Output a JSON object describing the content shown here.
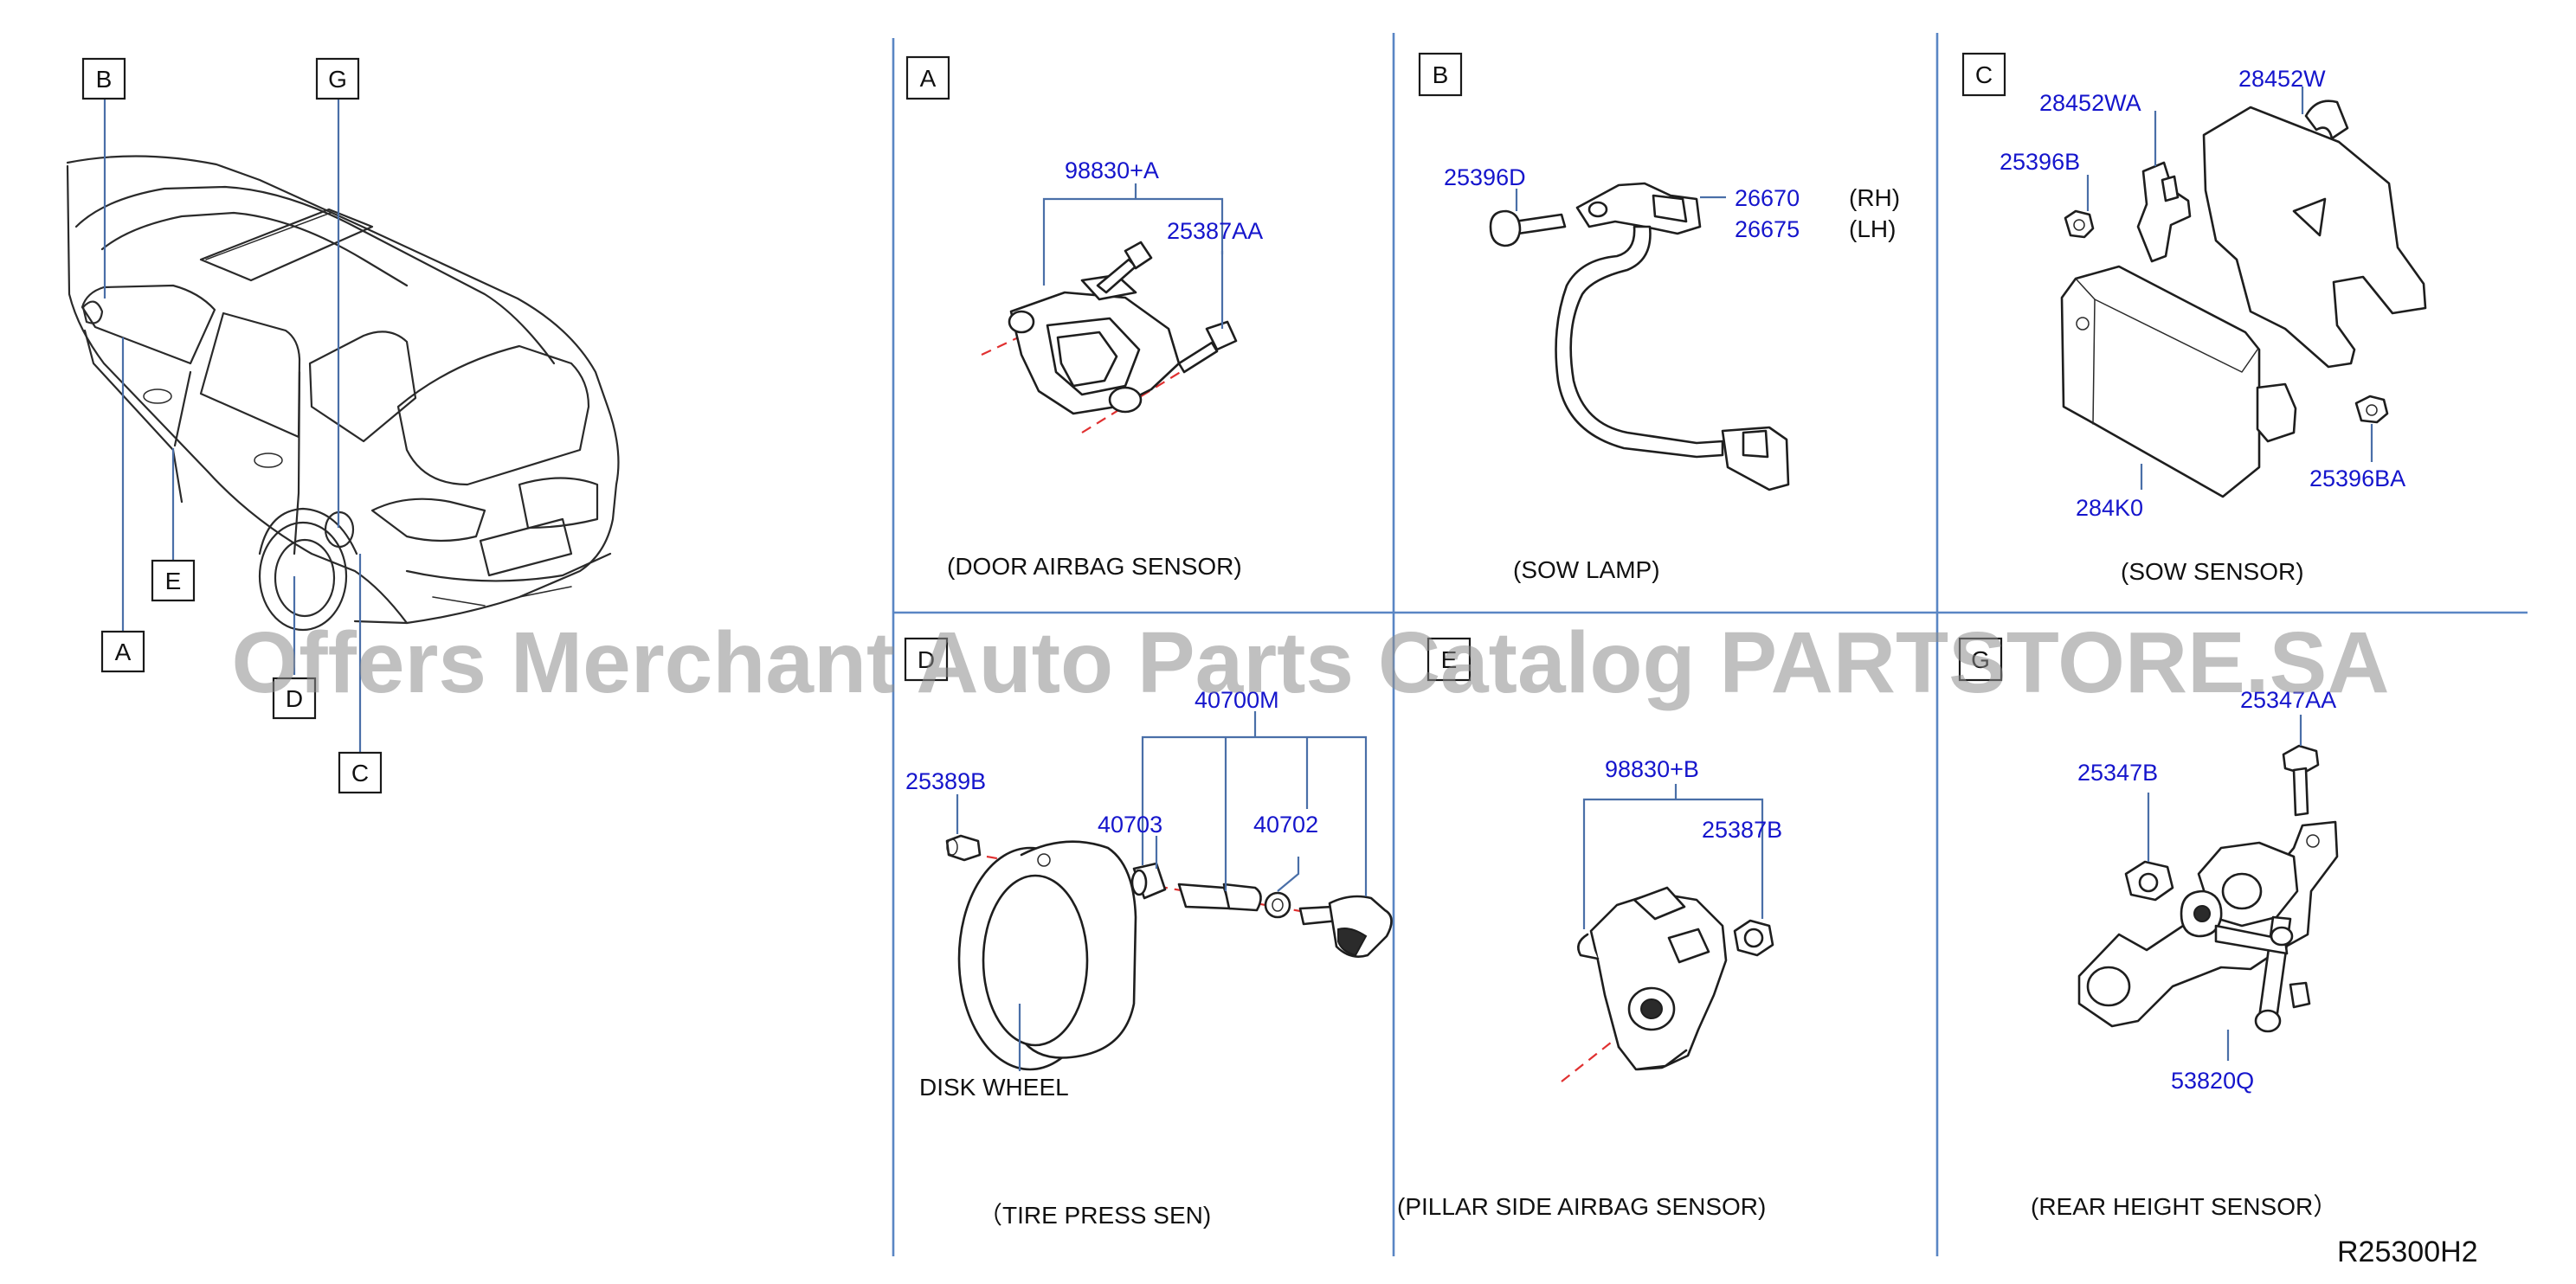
{
  "diagram_code": "R25300H2",
  "watermark": "Offers Merchant Auto Parts Catalog PARTSTORE.SA",
  "vehicle_callouts": [
    "B",
    "G",
    "E",
    "A",
    "D",
    "C"
  ],
  "panels": {
    "A": {
      "letter": "A",
      "caption": "(DOOR   AIRBAG   SENSOR)",
      "parts": {
        "p1": "98830+A",
        "p2": "25387AA"
      }
    },
    "B": {
      "letter": "B",
      "caption": "(SOW   LAMP)",
      "parts": {
        "p1": "25396D",
        "p2": "26670",
        "p3": "26675"
      },
      "side_rh": "(RH)",
      "side_lh": "(LH)"
    },
    "C": {
      "letter": "C",
      "caption": "(SOW   SENSOR)",
      "parts": {
        "p1": "28452WA",
        "p2": "28452W",
        "p3": "25396B",
        "p4": "284K0",
        "p5": "25396BA"
      }
    },
    "D": {
      "letter": "D",
      "caption": "（TIRE   PRESS   SEN)",
      "disk_label": "DISK   WHEEL",
      "parts": {
        "p1": "40700M",
        "p2": "25389B",
        "p3": "40703",
        "p4": "40702"
      }
    },
    "E": {
      "letter": "E",
      "caption": "(PILLAR   SIDE   AIRBAG   SENSOR)",
      "parts": {
        "p1": "98830+B",
        "p2": "25387B"
      }
    },
    "G": {
      "letter": "G",
      "caption": "(REAR   HEIGHT   SENSOR）",
      "parts": {
        "p1": "25347AA",
        "p2": "25347B",
        "p3": "53820Q"
      }
    }
  }
}
